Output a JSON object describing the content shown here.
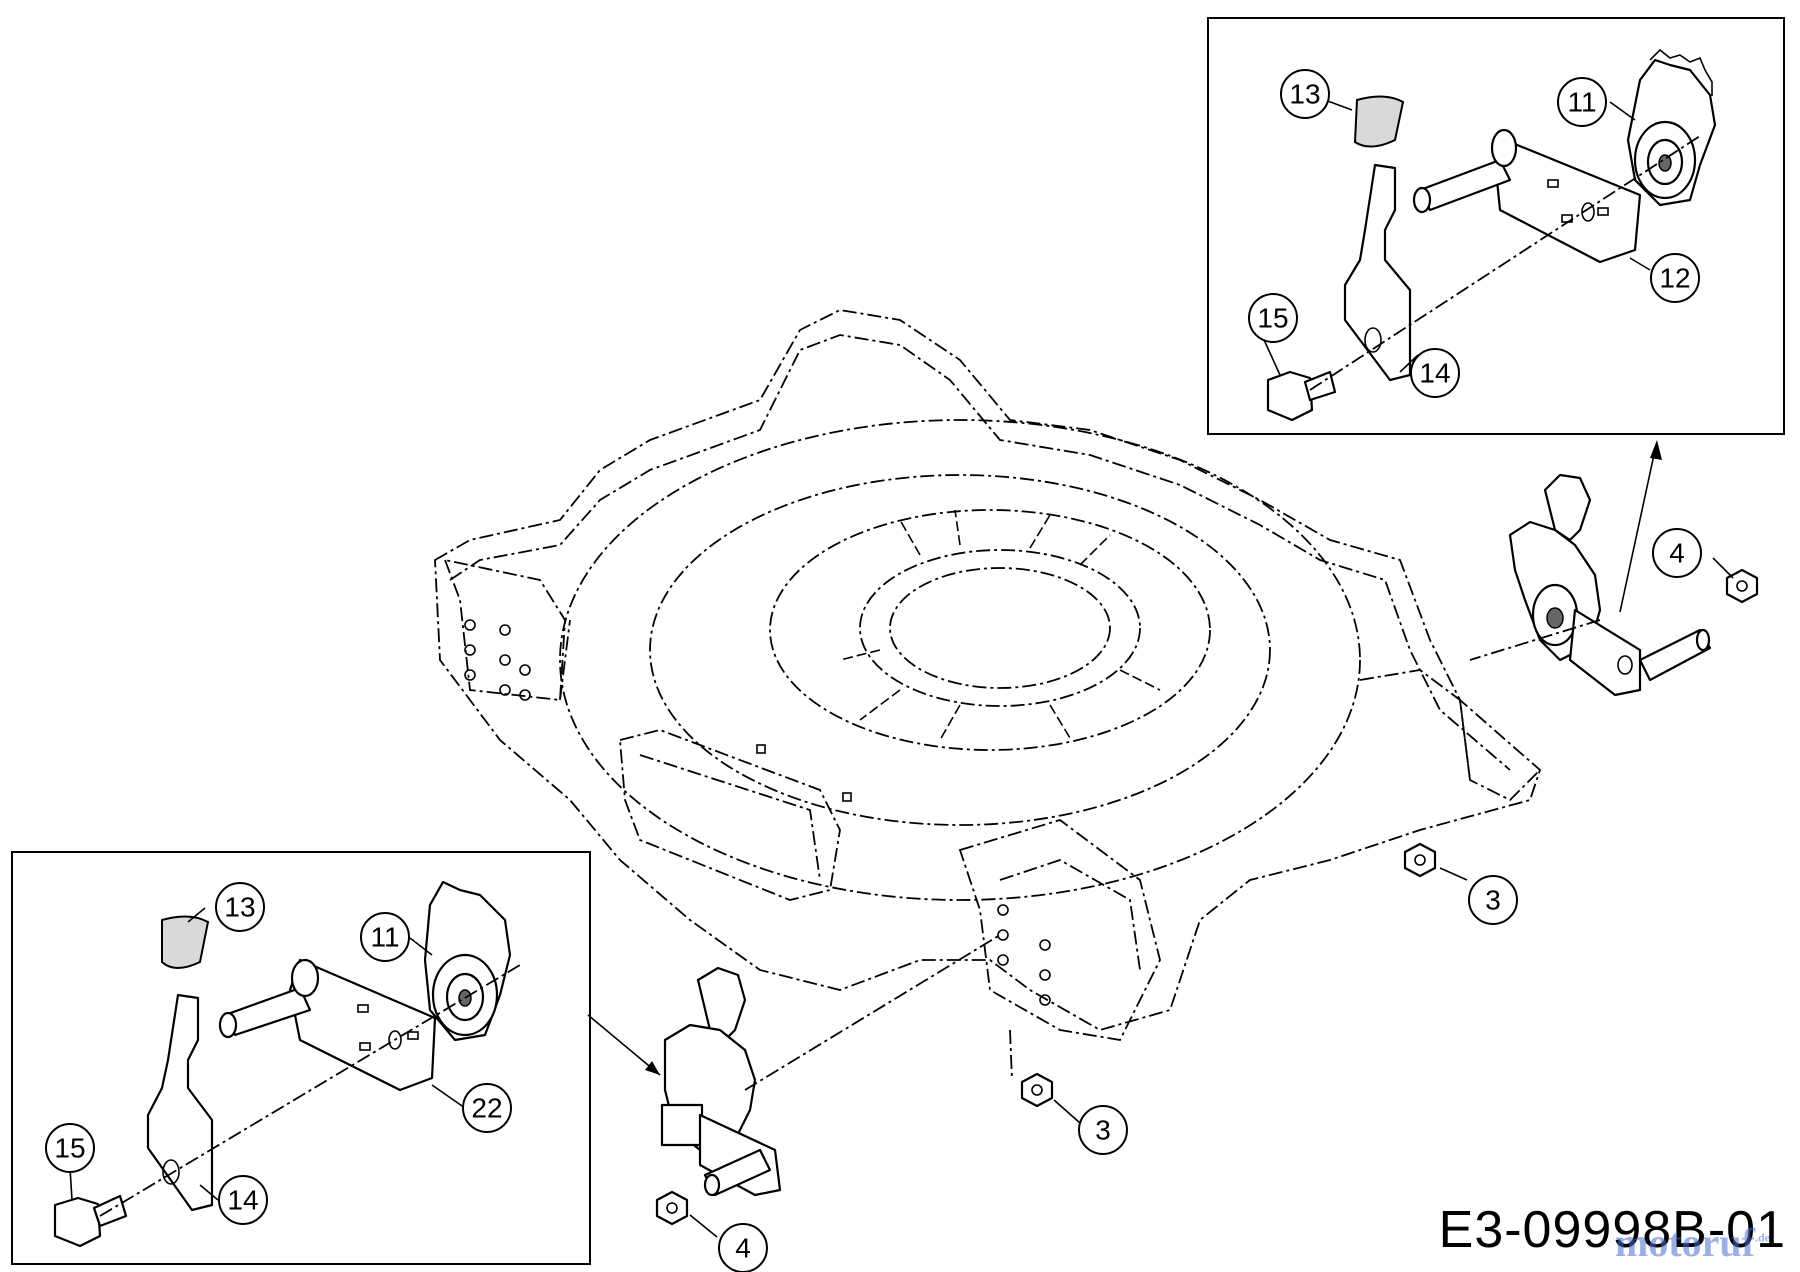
{
  "drawing_code": "E3-09998B-01",
  "watermark": {
    "text": "motoruf",
    "suffix": ".de"
  },
  "callouts": {
    "c3a": "3",
    "c3b": "3",
    "c4a": "4",
    "c4b": "4",
    "c11a": "11",
    "c11b": "11",
    "c12": "12",
    "c13a": "13",
    "c13b": "13",
    "c14a": "14",
    "c14b": "14",
    "c15a": "15",
    "c15b": "15",
    "c22": "22"
  }
}
